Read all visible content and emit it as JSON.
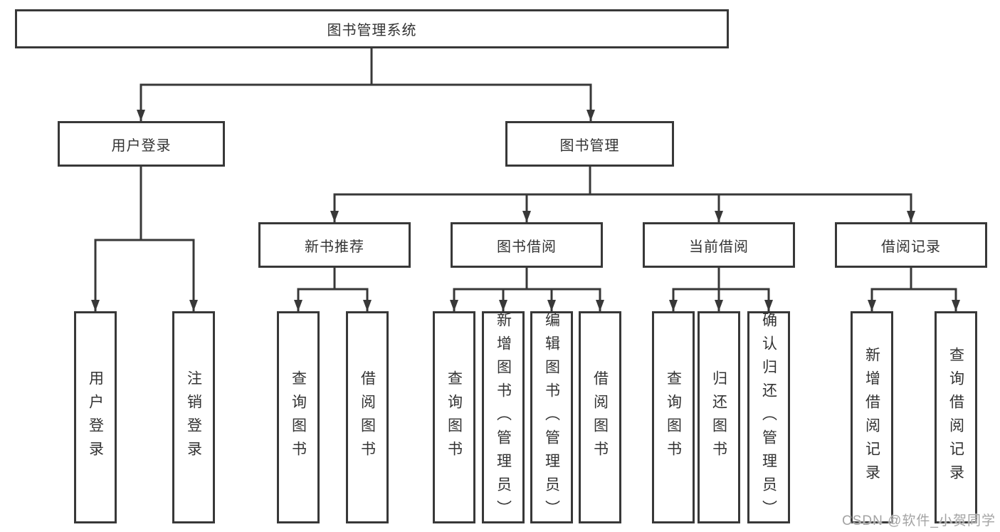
{
  "diagram": {
    "type": "hierarchy-tree",
    "colors": {
      "line": "#383838",
      "node_border": "#383838",
      "node_text": "#333333",
      "background": "#ffffff",
      "watermark": "#9e9e9e"
    },
    "tree": {
      "label": "图书管理系统",
      "children": [
        {
          "label": "用户登录",
          "children": [
            {
              "label": "用户登录"
            },
            {
              "label": "注销登录"
            }
          ]
        },
        {
          "label": "图书管理",
          "children": [
            {
              "label": "新书推荐",
              "children": [
                {
                  "label": "查询图书"
                },
                {
                  "label": "借阅图书"
                }
              ]
            },
            {
              "label": "图书借阅",
              "children": [
                {
                  "label": "查询图书"
                },
                {
                  "label": "新增图书（管理员）"
                },
                {
                  "label": "编辑图书（管理员）"
                },
                {
                  "label": "借阅图书"
                }
              ]
            },
            {
              "label": "当前借阅",
              "children": [
                {
                  "label": "查询图书"
                },
                {
                  "label": "归还图书"
                },
                {
                  "label": "确认归还（管理员）"
                }
              ]
            },
            {
              "label": "借阅记录",
              "children": [
                {
                  "label": "新增借阅记录"
                },
                {
                  "label": "查询借阅记录"
                }
              ]
            }
          ]
        }
      ]
    }
  },
  "watermark": {
    "text": "CSDN @软件_小贺同学"
  }
}
